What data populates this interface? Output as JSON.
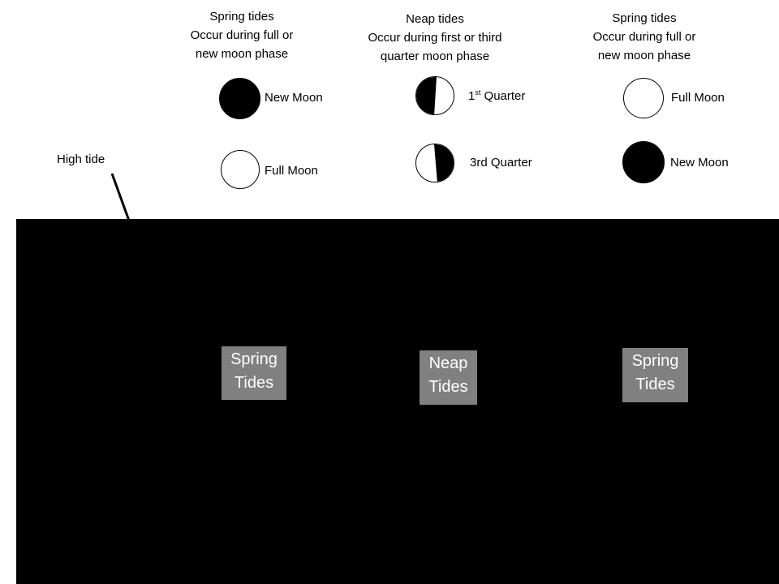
{
  "columns": [
    {
      "heading": [
        "Spring tides",
        "Occur during full or",
        "new moon phase"
      ],
      "moons": [
        {
          "phase": "new",
          "label": "New Moon"
        },
        {
          "phase": "full",
          "label": "Full Moon"
        }
      ],
      "box": [
        "Spring",
        "Tides"
      ]
    },
    {
      "heading": [
        "Neap tides",
        "Occur during first or third",
        "quarter moon phase"
      ],
      "moons": [
        {
          "phase": "first-quarter",
          "label_main": "1",
          "label_sup": "st",
          "label_rest": " Quarter"
        },
        {
          "phase": "third-quarter",
          "label": "3rd Quarter"
        }
      ],
      "box": [
        "Neap",
        "Tides"
      ]
    },
    {
      "heading": [
        "Spring tides",
        "Occur during full or",
        "new moon phase"
      ],
      "moons": [
        {
          "phase": "full",
          "label": "Full Moon"
        },
        {
          "phase": "new",
          "label": "New Moon"
        }
      ],
      "box": [
        "Spring",
        "Tides"
      ]
    }
  ],
  "high_tide_label": "High tide",
  "colors": {
    "ocean": "#000000",
    "tide_box": "#808080",
    "tide_box_text": "#ffffff"
  }
}
